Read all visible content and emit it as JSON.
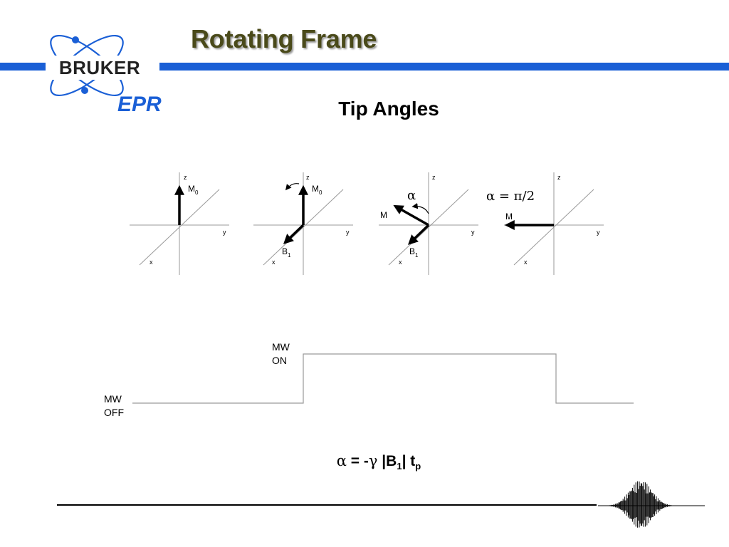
{
  "header": {
    "title": "Rotating Frame",
    "subtitle": "Tip Angles",
    "brand_color": "#1a5fd6",
    "title_color": "#4a4a1a"
  },
  "logo": {
    "company": "BRUKER",
    "product": "EPR"
  },
  "diagrams": [
    {
      "axes": {
        "z": "z",
        "y": "y",
        "x": "x"
      },
      "vector": {
        "label": "M",
        "subscript": "0"
      },
      "field": null,
      "angle_label": ""
    },
    {
      "axes": {
        "z": "z",
        "y": "y",
        "x": "x"
      },
      "vector": {
        "label": "M",
        "subscript": "0"
      },
      "field": {
        "label": "B",
        "subscript": "1"
      },
      "angle_label": ""
    },
    {
      "axes": {
        "z": "z",
        "y": "y",
        "x": "x"
      },
      "vector": {
        "label": "M",
        "subscript": ""
      },
      "field": {
        "label": "B",
        "subscript": "1"
      },
      "angle_label": "α"
    },
    {
      "axes": {
        "z": "z",
        "y": "y",
        "x": "x"
      },
      "vector": {
        "label": "M",
        "subscript": ""
      },
      "field": null,
      "angle_label": "α = π/2"
    }
  ],
  "pulse": {
    "on_label_line1": "MW",
    "on_label_line2": "ON",
    "off_label_line1": "MW",
    "off_label_line2": "OFF"
  },
  "formula": {
    "alpha": "α",
    "equals": " = -",
    "gamma": "γ",
    "bar_open": " |B",
    "b_sub": "1",
    "bar_close": "| t",
    "t_sub": "p"
  }
}
